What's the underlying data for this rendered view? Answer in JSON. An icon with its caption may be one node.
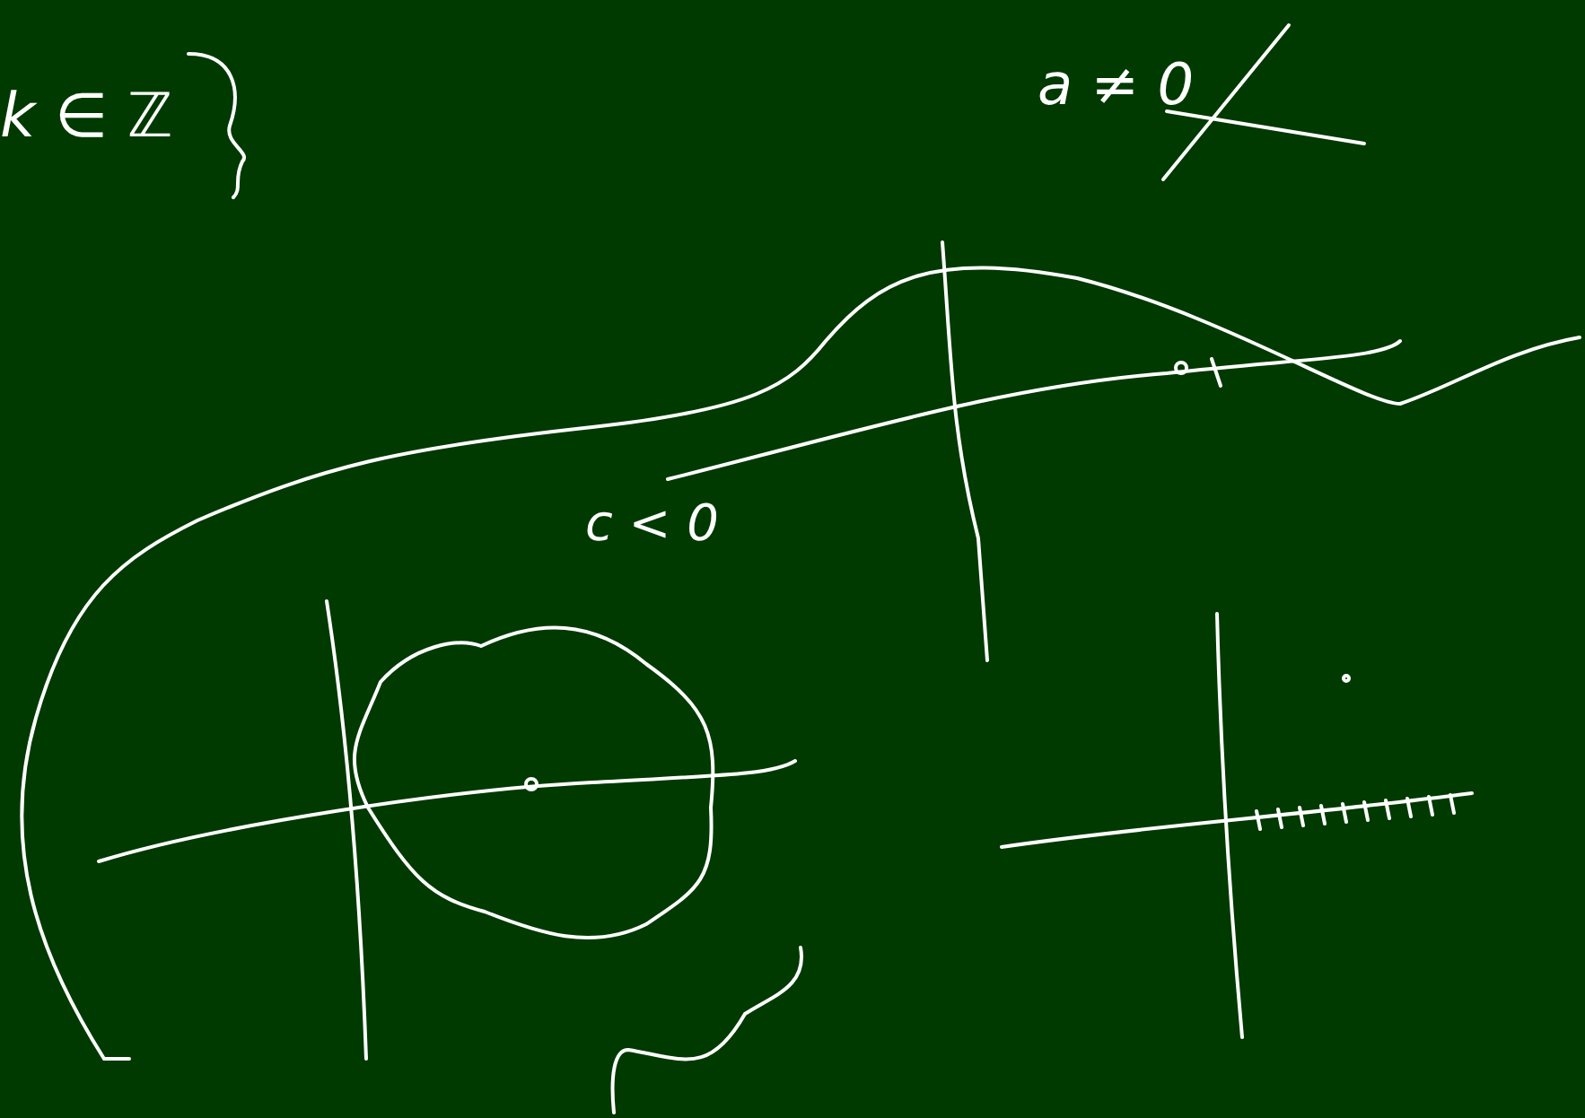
{
  "diagram": {
    "labels": [
      "k ∈ ℤ",
      "a ≠ 0",
      "c < 0"
    ]
  }
}
